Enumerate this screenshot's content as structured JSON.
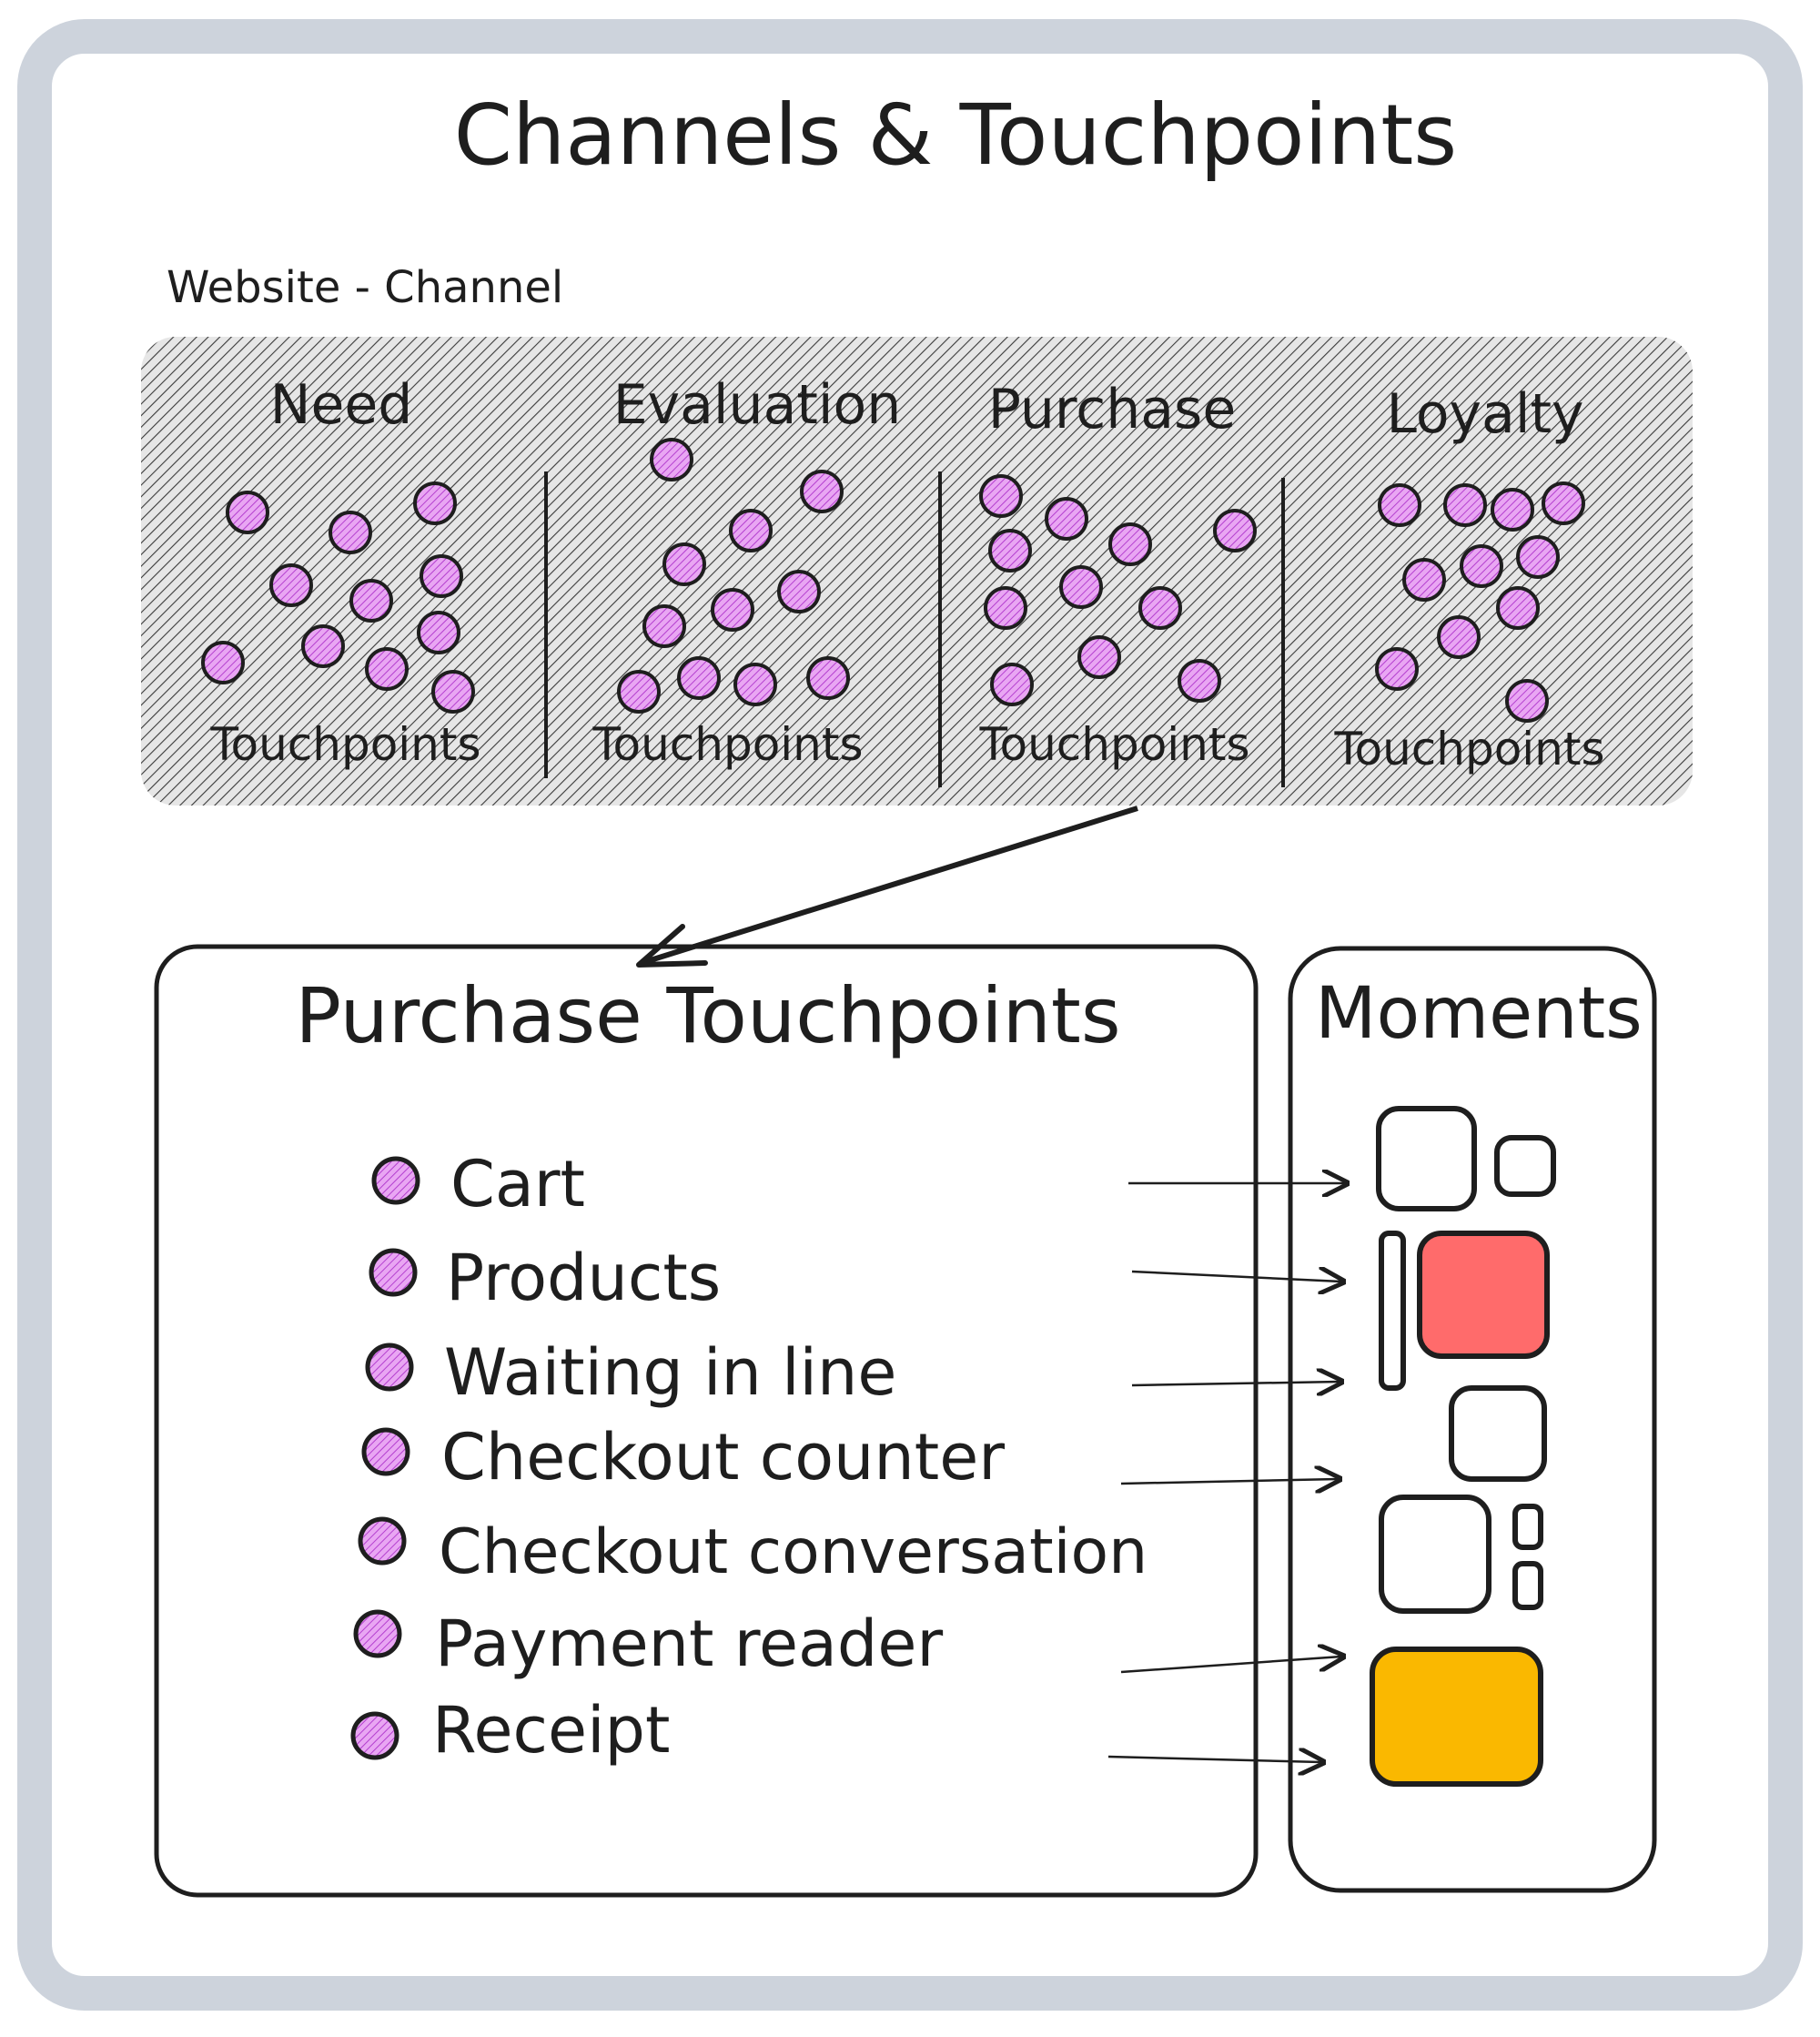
{
  "title": "Channels & Touchpoints",
  "channel_label": "Website - Channel",
  "stages": [
    {
      "name": "Need",
      "footer": "Touchpoints"
    },
    {
      "name": "Evaluation",
      "footer": "Touchpoints"
    },
    {
      "name": "Purchase",
      "footer": "Touchpoints"
    },
    {
      "name": "Loyalty",
      "footer": "Touchpoints"
    }
  ],
  "purchase_panel": {
    "title": "Purchase Touchpoints",
    "items": [
      "Cart",
      "Products",
      "Waiting in line",
      "Checkout counter",
      "Checkout conversation",
      "Payment reader",
      "Receipt"
    ]
  },
  "moments_panel": {
    "title": "Moments"
  },
  "colors": {
    "frame": "#cdd3dc",
    "ink": "#1e1e1e",
    "dot_fill": "#d678e8",
    "moment_red": "#ff6b6b",
    "moment_yellow": "#fab800"
  }
}
